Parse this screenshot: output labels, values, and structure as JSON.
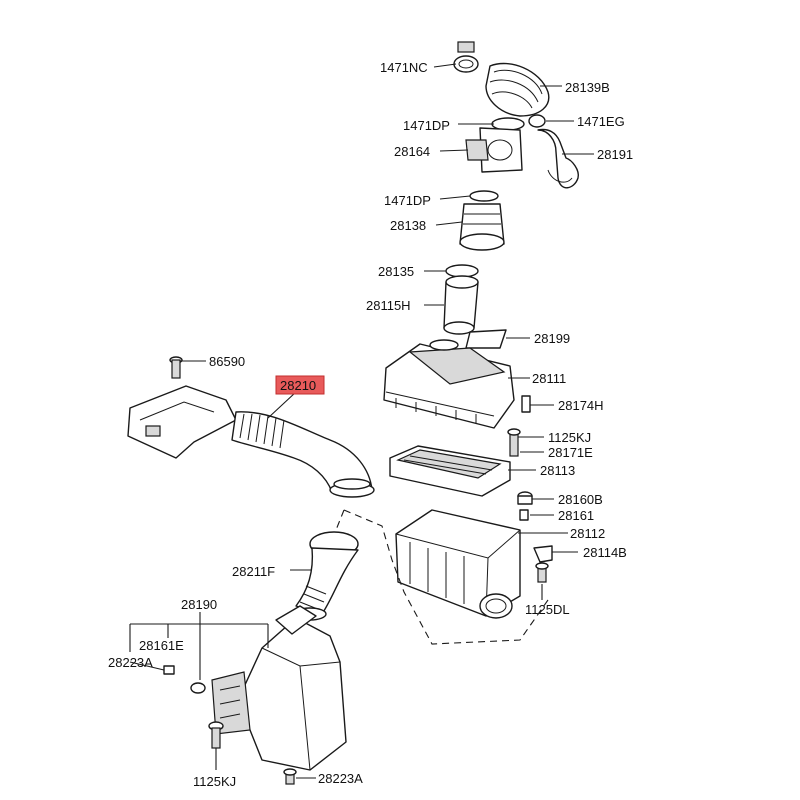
{
  "callouts": {
    "c_1471nc": "1471NC",
    "c_28139b": "28139B",
    "c_1471dp_a": "1471DP",
    "c_1471eg": "1471EG",
    "c_28164": "28164",
    "c_28191": "28191",
    "c_1471dp_b": "1471DP",
    "c_28138": "28138",
    "c_28135": "28135",
    "c_28115h": "28115H",
    "c_28199": "28199",
    "c_86590": "86590",
    "c_28210": "28210",
    "c_28111": "28111",
    "c_28174h": "28174H",
    "c_1125kj_a": "1125KJ",
    "c_28171e": "28171E",
    "c_28113": "28113",
    "c_28160b": "28160B",
    "c_28161_a": "28161",
    "c_28112": "28112",
    "c_28114b": "28114B",
    "c_28211f": "28211F",
    "c_1125dl": "1125DL",
    "c_28190": "28190",
    "c_28161e": "28161E",
    "c_28223a_a": "28223A",
    "c_1125kj_b": "1125KJ",
    "c_28223a_b": "28223A"
  },
  "highlight": {
    "part": "28210",
    "color": "#e85a5a"
  }
}
